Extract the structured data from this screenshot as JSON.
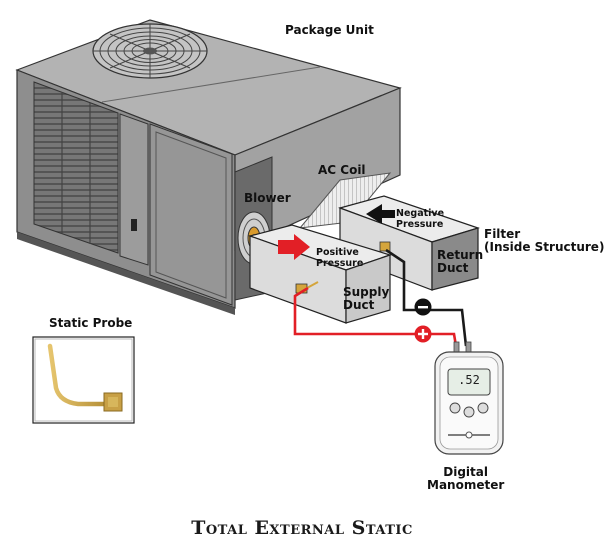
{
  "labels": {
    "package_unit": "Package Unit",
    "ac_coil": "AC Coil",
    "blower": "Blower",
    "negative_pressure": [
      "Negative",
      "Pressure"
    ],
    "positive_pressure": [
      "Positive",
      "Pressure"
    ],
    "filter": [
      "Filter",
      "(Inside Structure)"
    ],
    "return_duct": [
      "Return",
      "Duct"
    ],
    "supply_duct": [
      "Supply",
      "Duct"
    ],
    "static_probe": "Static Probe",
    "digital_manometer": [
      "Digital",
      "Manometer"
    ],
    "title": "Total External Static"
  },
  "manometer": {
    "reading": ".52"
  },
  "colors": {
    "unit_body": "#8e8e8e",
    "duct_fill": "#d9d9d9",
    "positive_arrow": "#e21f26",
    "negative_arrow": "#111111",
    "positive_tube": "#e21f26",
    "negative_tube": "#1a1a1a",
    "probe_gold": "#c8a046"
  },
  "icons": {
    "positive_marker": "plus-icon",
    "negative_marker": "minus-icon"
  }
}
